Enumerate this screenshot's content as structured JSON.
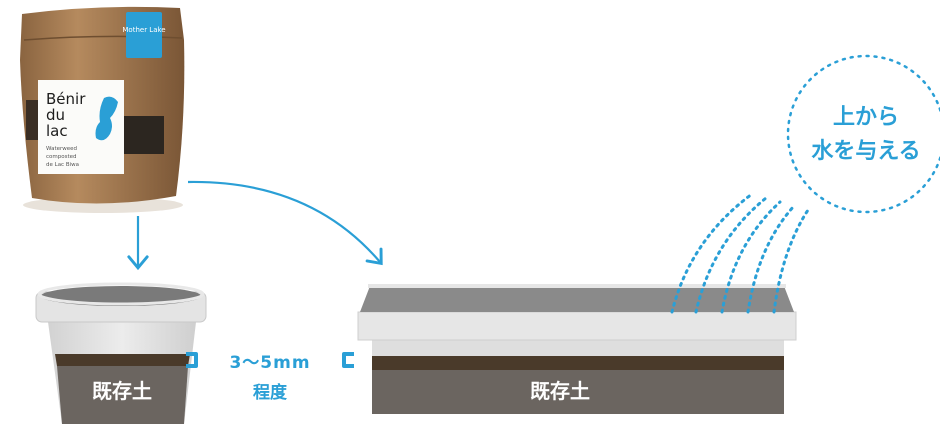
{
  "product": {
    "brand_badge": "Mother Lake",
    "title_line1": "Bénir",
    "title_line2": "du",
    "title_line3": "lac",
    "description_line1": "Waterweed",
    "description_line2": "composted",
    "description_line3": "de Lac Biwa"
  },
  "pot": {
    "label": "既存土"
  },
  "planter": {
    "label": "既存土"
  },
  "measure": {
    "amount": "3〜5mm",
    "qualifier": "程度"
  },
  "callout": {
    "line1": "上から",
    "line2": "水を与える"
  },
  "colors": {
    "accent": "#2a9fd6",
    "kraft": "#b2865a",
    "soil_dark": "#4a3a2a",
    "soil_base": "#6b6560",
    "pot_rim": "#e2e2e2"
  }
}
